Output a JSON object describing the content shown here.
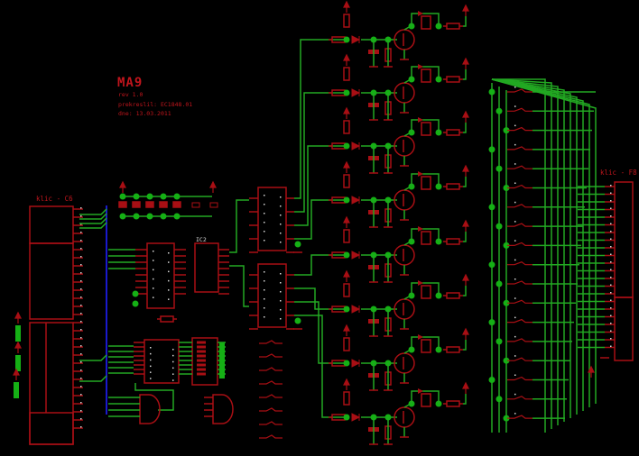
{
  "app": "EAGLE schematic editor",
  "title_block": {
    "name": "MA9",
    "revision": "rev 1.0",
    "author": "prekreslil: EC1848.01",
    "date": "dne: 13.03.2011"
  },
  "connectors": {
    "left": {
      "label": "klic - C6"
    },
    "right": {
      "label": "klic - F8"
    }
  },
  "ic_labels": {
    "ic2": "IC2"
  },
  "colors": {
    "background": "#000000",
    "component": "#a80f14",
    "net": "#22a822",
    "junction": "#15b015",
    "bus": "#1a1acc",
    "text": "#c0151c",
    "pin_text": "#d8d8d8"
  },
  "relay_channels": 8,
  "switch_rows": 18,
  "resistor_bank_count": 5,
  "driver_ics": 2
}
